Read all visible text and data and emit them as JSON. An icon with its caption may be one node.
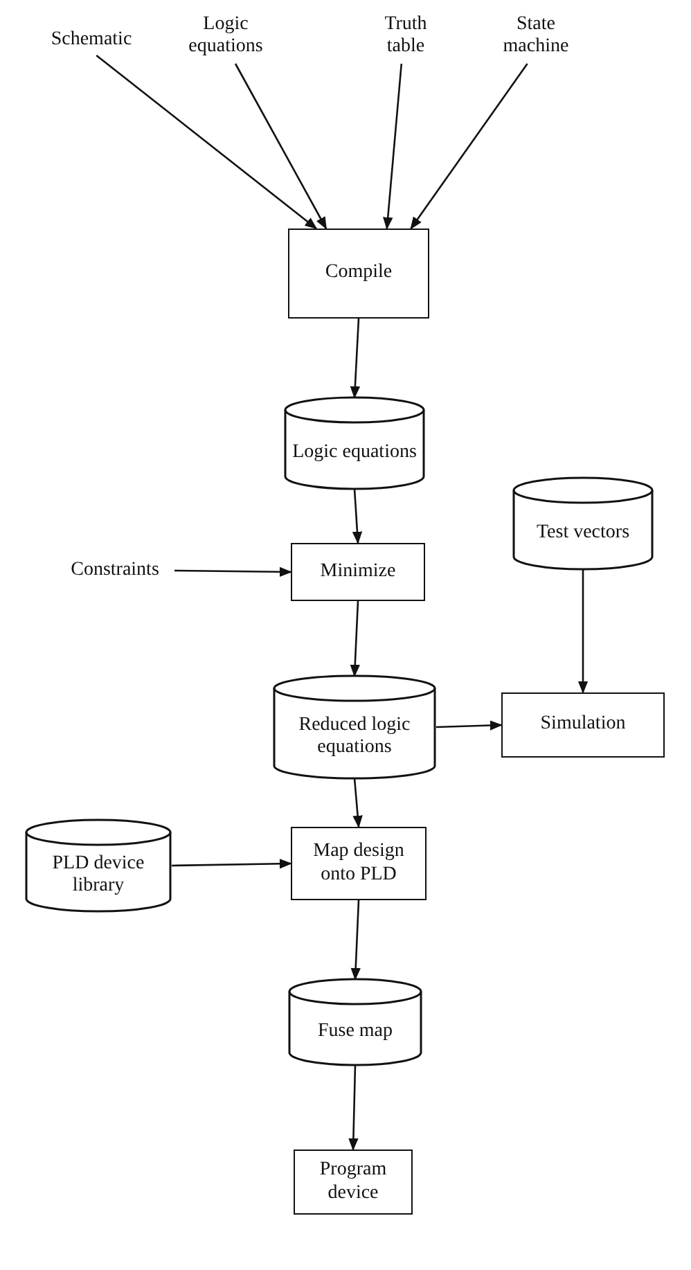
{
  "diagram": {
    "nodes": [
      {
        "text": [
          "Schematic"
        ]
      },
      {
        "text": [
          "Logic equations"
        ]
      },
      {
        "text": [
          "Truth table"
        ]
      },
      {
        "text": [
          "State machine"
        ]
      },
      {
        "text": [
          "Compile"
        ]
      },
      {
        "text": [
          "Logic equations"
        ]
      },
      {
        "text": [
          "Constraints"
        ]
      },
      {
        "text": [
          "Minimize"
        ]
      },
      {
        "text": [
          "Test vectors"
        ]
      },
      {
        "text": [
          "Reduced logic equations"
        ]
      },
      {
        "text": [
          "Simulation"
        ]
      },
      {
        "text": [
          "PLD device library"
        ]
      },
      {
        "text": [
          "Map design onto PLD"
        ]
      },
      {
        "text": [
          "Fuse map"
        ]
      },
      {
        "text": [
          "Program device"
        ]
      }
    ],
    "edges": [
      {
        "from": 0,
        "to": 4,
        "arrow": "to"
      },
      {
        "from": 1,
        "to": 4,
        "arrow": "to"
      },
      {
        "from": 2,
        "to": 4,
        "arrow": "to"
      },
      {
        "from": 3,
        "to": 4,
        "arrow": "to"
      },
      {
        "from": 4,
        "to": 5,
        "arrow": "to"
      },
      {
        "from": 5,
        "to": 7,
        "arrow": "to"
      },
      {
        "from": 6,
        "to": 7,
        "arrow": "to"
      },
      {
        "from": 7,
        "to": 9,
        "arrow": "to"
      },
      {
        "from": 8,
        "to": 10,
        "arrow": "to"
      },
      {
        "from": 9,
        "to": 10,
        "arrow": "to"
      },
      {
        "from": 9,
        "to": 12,
        "arrow": "to"
      },
      {
        "from": 11,
        "to": 12,
        "arrow": "to"
      },
      {
        "from": 12,
        "to": 13,
        "arrow": "to"
      },
      {
        "from": 13,
        "to": 14,
        "arrow": "to"
      }
    ]
  }
}
